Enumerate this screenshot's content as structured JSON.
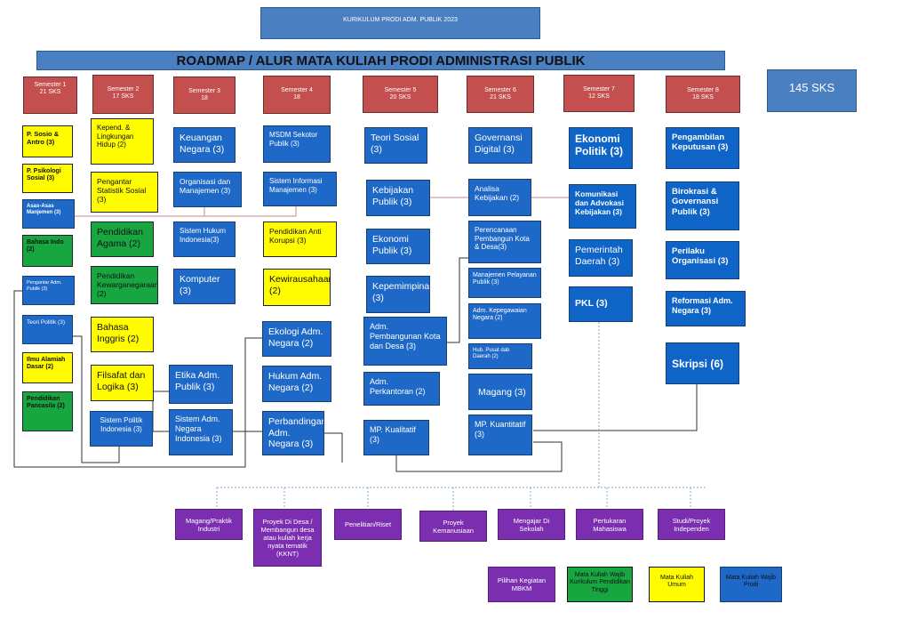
{
  "header": {
    "top_title": "KURIKULUM PRODI ADM. PUBLIK 2023",
    "main_title": "ROADMAP / ALUR MATA KULIAH PRODI ADMINISTRASI PUBLIK",
    "total_sks": "145 SKS"
  },
  "semesters": [
    {
      "label": "Semester 1",
      "sks": "21 SKS"
    },
    {
      "label": "Semester 2",
      "sks": "17 SKS"
    },
    {
      "label": "Semester 3",
      "sks": "18"
    },
    {
      "label": "Semester 4",
      "sks": "18"
    },
    {
      "label": "Semester 5",
      "sks": "20 SKS"
    },
    {
      "label": "Semester 6",
      "sks": "21 SKS"
    },
    {
      "label": "Semester 7",
      "sks": "12 SKS"
    },
    {
      "label": "Semester 8",
      "sks": "18 SKS"
    }
  ],
  "courses": {
    "s1": [
      "P. Sosio & Antro (3)",
      "P. Psikologi Sosial (3)",
      "Asas-Asas Manjemen (3)",
      "Bahasa Indo (2)",
      "Pengantar Adm. Publik (3)",
      "Teori Politik (3)",
      "Ilmu Alamiah Dasar (2)",
      "Pendidikan Pancasila (2)"
    ],
    "s2": [
      "Kepend. & Lingkungan Hidup (2)",
      "Pengantar Statistik Sosial (3)",
      "Pendidikan Agama (2)",
      "Pendidikan Kewarganegaraan (2)",
      "Bahasa Inggris (2)",
      "Filsafat dan Logika (3)",
      "Sistem Politik Indonesia (3)"
    ],
    "s3": [
      "Keuangan Negara (3)",
      "Organisasi dan Manajemen (3)",
      "Sistem Hukum Indonesia(3)",
      "Komputer (3)",
      "Etika Adm. Publik (3)",
      "Sistem Adm. Negara Indonesia (3)"
    ],
    "s4": [
      "MSDM Sekotor Publik (3)",
      "Sistem Informasi Manajemen (3)",
      "Pendidikan Anti Korupsi (3)",
      "Kewirausahaan (2)",
      "Ekologi Adm. Negara (2)",
      "Hukum Adm. Negara (2)",
      "Perbandingan Adm. Negara (3)"
    ],
    "s5": [
      "Teori Sosial (3)",
      "Kebijakan Publik (3)",
      "Ekonomi Publik (3)",
      "Kepemimpinan (3)",
      "Adm. Pembangunan Kota dan Desa (3)",
      "Adm. Perkantoran (2)",
      "MP. Kualitatif (3)"
    ],
    "s6": [
      "Governansi Digital (3)",
      "Analisa Kebijakan (2)",
      "Perencanaan Pembangun Kota & Desa(3)",
      "Manajemen Pelayanan Publik (3)",
      "Adm. Kepegawaian Negara (2)",
      "Hub. Pusat dab Daerah (2)",
      "Magang (3)",
      "MP. Kuantitatif (3)"
    ],
    "s7": [
      "Ekonomi Politik (3)",
      "Komunikasi dan Advokasi Kebijakan (3)",
      "Pemerintah Daerah (3)",
      "PKL (3)"
    ],
    "s8": [
      "Pengambilan Keputusan (3)",
      "Birokrasi & Governansi Publik (3)",
      "Perilaku Organisasi (3)",
      "Reformasi Adm. Negara (3)",
      "Skripsi (6)"
    ]
  },
  "mbkm": [
    "Magang/Praktik Industri",
    "Proyek Di Desa / Membangun desa atau kuliah kerja nyata tematik (KKNT)",
    "Penelitian/Riset",
    "Proyek Kemanusiaan",
    "Mengajar Di Sekolah",
    "Pertukaran Mahasiswa",
    "Studi/Proyek Independen"
  ],
  "legend": [
    "Pilihan Kegiatan MBKM",
    "Mata Kuliah Wajib Kurikulum Pendidikan Tinggi",
    "Mata Kuliah Umum",
    "Mata Kuliah Wajib Prodi"
  ],
  "colors": {
    "wajib_prodi": "#1e68c8",
    "mku": "#fffb00",
    "wajib_dikti": "#18a640",
    "mbkm": "#7b2fb0",
    "semester": "#c44f4f",
    "header": "#4a7fc1"
  }
}
